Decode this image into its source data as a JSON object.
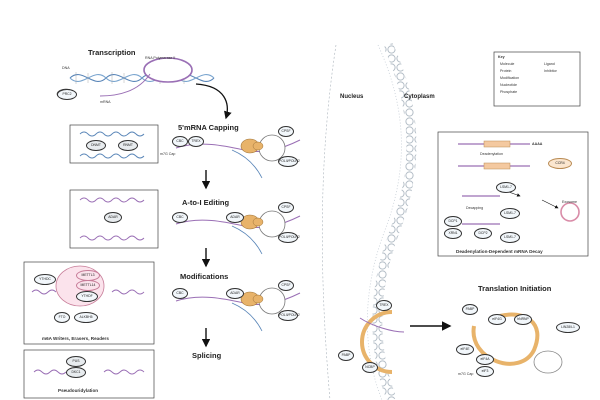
{
  "labels": {
    "transcription": "Transcription",
    "capping": "5'mRNA Capping",
    "editing": "A-to-I Editing",
    "modifications": "Modifications",
    "splicing": "Splicing",
    "nucleus": "Nucleus",
    "cytoplasm": "Cytoplasm",
    "translation_initiation": "Translation Initiation",
    "decay_title": "Deadenylation-Dependent mRNA Decay",
    "m6a_caption": "m6A Writers, Erasers, Readers",
    "pseudo_caption": "Pseudouridylation",
    "dna": "DNA",
    "mrna": "mRNA",
    "rna_pol": "RNA Polymerase II",
    "deadenylation": "Deadenylation",
    "decapping": "Decapping",
    "exosome": "Exosome",
    "aaaa": "AAAA",
    "m7g_cap": "m7G Cap"
  },
  "proteins": {
    "prc2": "PRC2",
    "dnmt": "DNMT",
    "rnmt": "RNMT",
    "cbc": "CBC",
    "ncbp": "NCBP",
    "trex": "TREX",
    "cpsf": "CPSF",
    "polii": "POLII/POLR2",
    "adar": "ADAR",
    "mettl3": "METTL3",
    "mettl14": "METTL14",
    "ythdf": "YTHDF",
    "ythdc": "YTHDC",
    "fto": "FTO",
    "alkbh5": "ALKBH5",
    "pus": "PUS",
    "dkc1": "DKC1",
    "pabp": "PABP",
    "elf4g": "eIF4G",
    "elf4e": "eIF4E",
    "elf4a": "eIF4A",
    "elf3": "eIF3",
    "hnrnp": "hNRNP",
    "lin28": "LIN28/L1",
    "xrn1": "XRN1",
    "dcp2": "DCP2",
    "dcp1": "DCP1",
    "lsm": "LSM1-7",
    "ccr4": "CCR4",
    "caf1": "CAF1",
    "pan": "PAN2/3"
  },
  "legend": {
    "title": "Key",
    "items": [
      "Molecule",
      "Protein",
      "Modification",
      "Nucleotide",
      "Phosphate",
      "Ligand",
      "Inhibitor"
    ]
  },
  "colors": {
    "dna_blue": "#5a86b8",
    "rna_purple": "#9a6fb5",
    "orange": "#e8b36a",
    "pink": "#d98ca8",
    "membrane": "#b9c3cc",
    "arrow": "#111111"
  }
}
